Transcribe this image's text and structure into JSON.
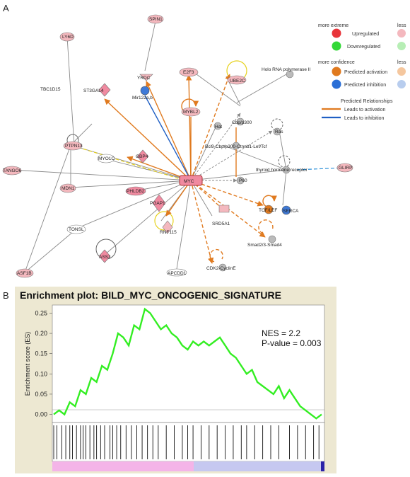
{
  "panels": {
    "a": "A",
    "b": "B"
  },
  "legend": {
    "header1_left": "more extreme",
    "header1_right": "less",
    "upregulated": "Upregulated",
    "downregulated": "Downregulated",
    "header2_left": "more confidence",
    "header2_right": "less",
    "pred_activation": "Predicted activation",
    "pred_inhibition": "Predicted inhibition",
    "relationships_title": "Predicted Relationships",
    "leads_activation": "Leads to activation",
    "leads_inhibition": "Leads to inhibition",
    "colors": {
      "up_strong": "#e8343a",
      "up_weak": "#f4b8be",
      "down_strong": "#33d838",
      "down_weak": "#b7eeb5",
      "act_strong": "#e07a1f",
      "act_weak": "#f5c79e",
      "inh_strong": "#2b6fd6",
      "inh_weak": "#b8cdee",
      "act_line": "#e07a1f",
      "inh_line": "#1f5fc4"
    }
  },
  "network": {
    "nodes": [
      {
        "id": "myc",
        "label": "MYC"
      },
      {
        "id": "ly6d",
        "label": "LY6D"
      },
      {
        "id": "spin1",
        "label": "SPIN1"
      },
      {
        "id": "tbc1d15",
        "label": "TBC1D15"
      },
      {
        "id": "yrdc",
        "label": "YRDC"
      },
      {
        "id": "e2f3",
        "label": "E2F3"
      },
      {
        "id": "ube2c",
        "label": "UBE2C"
      },
      {
        "id": "holo",
        "label": "Holo RNA polymerase II"
      },
      {
        "id": "st3gal4",
        "label": "ST3GAL4"
      },
      {
        "id": "mir22",
        "label": "Mir122a,b"
      },
      {
        "id": "mybl2",
        "label": "MYBL2"
      },
      {
        "id": "cbp",
        "label": "Cbp/p300"
      },
      {
        "id": "ras",
        "label": "Ras"
      },
      {
        "id": "tango6",
        "label": "TANGO6"
      },
      {
        "id": "ptpn3",
        "label": "PTPN13"
      },
      {
        "id": "myo1c",
        "label": "MYO1C"
      },
      {
        "id": "gbp4",
        "label": "GBP4"
      },
      {
        "id": "hat",
        "label": "Hat"
      },
      {
        "id": "bcl9",
        "label": "Bcl9-Cbp/p300-Ctnnb1-Lef/Tcf"
      },
      {
        "id": "thyroid",
        "label": "thyroid hormone receptor"
      },
      {
        "id": "glirp",
        "label": "GLIRP"
      },
      {
        "id": "mdn1",
        "label": "MDN1"
      },
      {
        "id": "phldb2",
        "label": "PHLDB2"
      },
      {
        "id": "p60",
        "label": "P60"
      },
      {
        "id": "tcf",
        "label": "TCF/LEF"
      },
      {
        "id": "serca",
        "label": "SERCA"
      },
      {
        "id": "pgap1",
        "label": "PGAP1"
      },
      {
        "id": "srd5a1",
        "label": "SRD5A1"
      },
      {
        "id": "rnf115",
        "label": "RNF115"
      },
      {
        "id": "smad",
        "label": "Smad2/3-Smad4"
      },
      {
        "id": "tonsl",
        "label": "TONSL"
      },
      {
        "id": "asf1b",
        "label": "ASF1B"
      },
      {
        "id": "ass1",
        "label": "ASS1"
      },
      {
        "id": "apcdd1",
        "label": "APCDD1"
      },
      {
        "id": "cdk2",
        "label": "CDK2-CyclinE"
      }
    ]
  },
  "plot": {
    "title": "Enrichment plot: BILD_MYC_ONCOGENIC_SIGNATURE",
    "nes": "NES = 2.2",
    "pvalue": "P-value = 0.003",
    "ylabel": "Enrichment score (ES)",
    "yticks": [
      "0.25",
      "0.20",
      "0.15",
      "0.10",
      "0.05",
      "0.00"
    ],
    "colors": {
      "curve": "#33ee22",
      "bg": "#ede8d2",
      "pink": "#f4b4e8",
      "lavender": "#c6c8f0",
      "end": "#2a22a8"
    }
  },
  "chart_data": {
    "type": "line",
    "title": "Enrichment plot: BILD_MYC_ONCOGENIC_SIGNATURE",
    "xlabel": "",
    "ylabel": "Enrichment score (ES)",
    "ylim": [
      -0.02,
      0.27
    ],
    "x": [
      0,
      0.02,
      0.04,
      0.06,
      0.08,
      0.1,
      0.12,
      0.14,
      0.16,
      0.18,
      0.2,
      0.22,
      0.24,
      0.26,
      0.28,
      0.3,
      0.32,
      0.34,
      0.36,
      0.38,
      0.4,
      0.42,
      0.44,
      0.46,
      0.48,
      0.5,
      0.52,
      0.54,
      0.56,
      0.58,
      0.6,
      0.62,
      0.64,
      0.66,
      0.68,
      0.7,
      0.72,
      0.74,
      0.76,
      0.78,
      0.8,
      0.82,
      0.84,
      0.86,
      0.88,
      0.9,
      0.92,
      0.94,
      0.96,
      0.98,
      1.0
    ],
    "series": [
      {
        "values": [
          0.0,
          0.01,
          0.0,
          0.03,
          0.02,
          0.06,
          0.05,
          0.09,
          0.08,
          0.12,
          0.11,
          0.15,
          0.2,
          0.19,
          0.17,
          0.22,
          0.21,
          0.26,
          0.25,
          0.23,
          0.21,
          0.22,
          0.2,
          0.19,
          0.17,
          0.16,
          0.18,
          0.17,
          0.18,
          0.17,
          0.18,
          0.19,
          0.17,
          0.15,
          0.14,
          0.12,
          0.1,
          0.11,
          0.08,
          0.07,
          0.06,
          0.05,
          0.07,
          0.04,
          0.06,
          0.04,
          0.02,
          0.01,
          0.0,
          -0.01,
          0.0
        ]
      }
    ],
    "hits": [
      0.0,
      0.012,
      0.03,
      0.045,
      0.06,
      0.07,
      0.085,
      0.1,
      0.11,
      0.12,
      0.135,
      0.15,
      0.16,
      0.175,
      0.19,
      0.21,
      0.22,
      0.235,
      0.25,
      0.27,
      0.29,
      0.31,
      0.33,
      0.35,
      0.37,
      0.39,
      0.42,
      0.45,
      0.48,
      0.5,
      0.52,
      0.55,
      0.58,
      0.61,
      0.64,
      0.67,
      0.7,
      0.72,
      0.75,
      0.78,
      0.81,
      0.84,
      0.88,
      0.91,
      0.94,
      0.97,
      0.99
    ]
  }
}
